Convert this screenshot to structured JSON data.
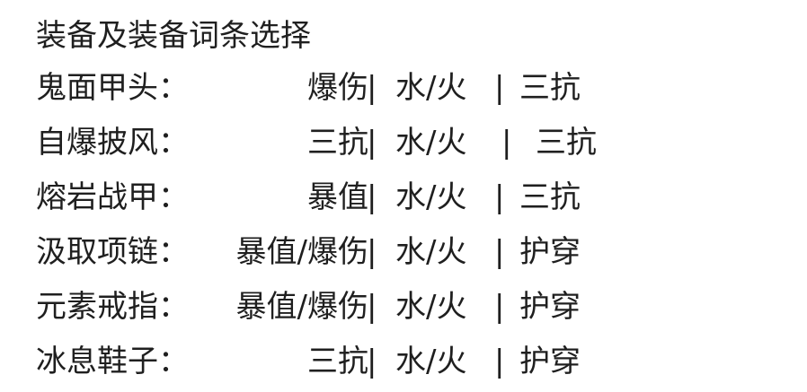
{
  "page": {
    "title": "装备及装备词条选择"
  },
  "rows": [
    {
      "name": "鬼面甲头：",
      "main": "爆伤",
      "sep1": "|",
      "element": "水/火",
      "sep2": "|",
      "third": "三抗"
    },
    {
      "name": "自爆披风：",
      "main": "三抗",
      "sep1": "|",
      "element": "水/火",
      "sep2": "|",
      "third": "三抗"
    },
    {
      "name": "熔岩战甲：",
      "main": "暴值",
      "sep1": "|",
      "element": "水/火",
      "sep2": "|",
      "third": "三抗"
    },
    {
      "name": "汲取项链：",
      "main": "暴值/爆伤",
      "sep1": "|",
      "element": "水/火",
      "sep2": "|",
      "third": "护穿"
    },
    {
      "name": "元素戒指：",
      "main": "暴值/爆伤",
      "sep1": "|",
      "element": "水/火",
      "sep2": "|",
      "third": "护穿"
    },
    {
      "name": "冰息鞋子：",
      "main": "三抗",
      "sep1": "|",
      "element": "水/火",
      "sep2": "|",
      "third": "护穿"
    }
  ]
}
